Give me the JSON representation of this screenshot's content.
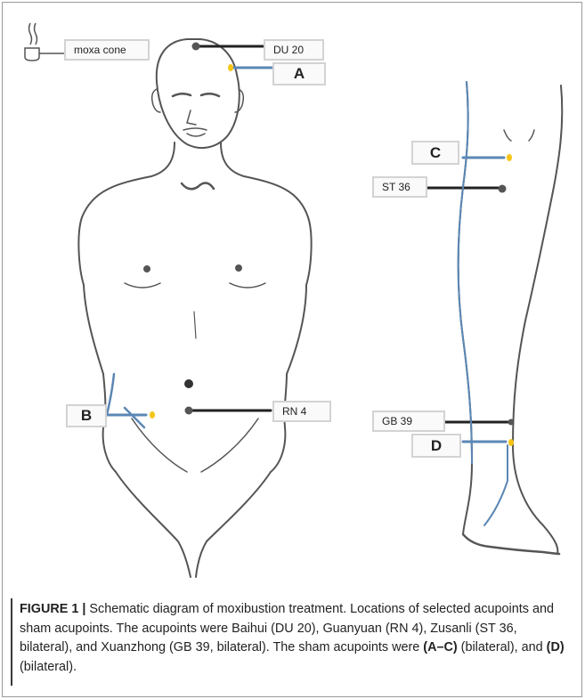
{
  "labels": {
    "moxa_cone": "moxa cone",
    "du20": "DU 20",
    "a": "A",
    "b": "B",
    "rn4": "RN 4",
    "c": "C",
    "st36": "ST 36",
    "gb39": "GB 39",
    "d": "D"
  },
  "caption": {
    "figure": "FIGURE 1 |",
    "text": " Schematic diagram of moxibustion treatment. Locations of selected acupoints and sham acupoints. The acupoints were Baihui (DU 20), Guanyuan (RN 4), Zusanli (ST 36, bilateral), and Xuanzhong (GB 39, bilateral). The sham acupoints were ",
    "ac": "(A–C)",
    "mid": " (bilateral), and ",
    "d": "(D)",
    "end": " (bilateral)."
  },
  "colors": {
    "acupoint": "#555555",
    "sham_point": "#f5c518",
    "sham_line": "#5b87b5",
    "body_outline": "#555555",
    "label_border": "#d3d3d3"
  }
}
